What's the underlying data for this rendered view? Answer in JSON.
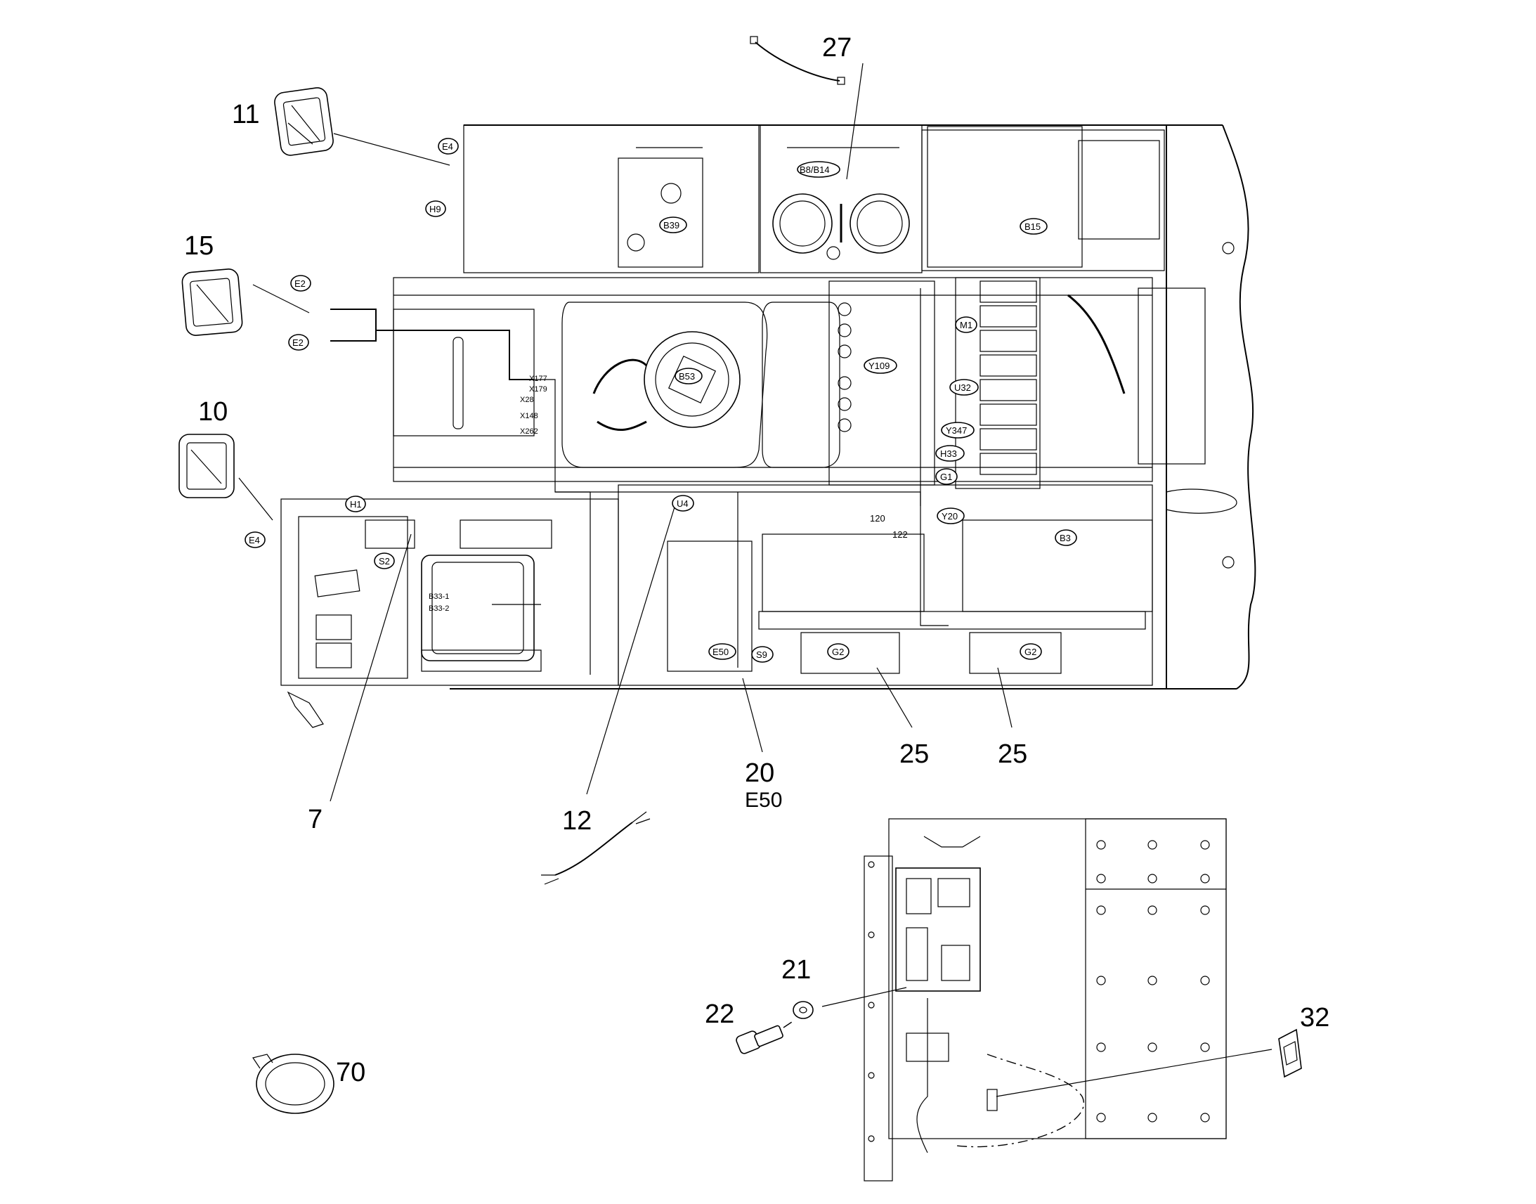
{
  "callouts": {
    "c27": "27",
    "c11": "11",
    "c15": "15",
    "c10": "10",
    "c7": "7",
    "c12": "12",
    "c20": "20",
    "c20_sub": "E50",
    "c25a": "25",
    "c25b": "25",
    "c21": "21",
    "c22": "22",
    "c32": "32",
    "c70": "70"
  },
  "tags": {
    "e4_top": "E4",
    "h9": "H9",
    "e2_top": "E2",
    "e2_bottom": "E2",
    "e4_bottom": "E4",
    "h1": "H1",
    "s2": "S2",
    "b33_1": "B33-1",
    "b33_2": "B33-2",
    "b39": "B39",
    "b8_b14": "B8/B14",
    "b53": "B53",
    "b15": "B15",
    "m1": "M1",
    "y109": "Y109",
    "u32": "U32",
    "y347": "Y347",
    "h33": "H33",
    "g1": "G1",
    "y20": "Y20",
    "b3": "B3",
    "u4": "U4",
    "e50": "E50",
    "s9": "S9",
    "g2_left": "G2",
    "g2_right": "G2"
  },
  "connectors": {
    "x177": "X177",
    "x179": "X179",
    "x28": "X28",
    "x148": "X148",
    "x262": "X262"
  },
  "harness_labels": {
    "w120": "120",
    "w122": "122"
  }
}
